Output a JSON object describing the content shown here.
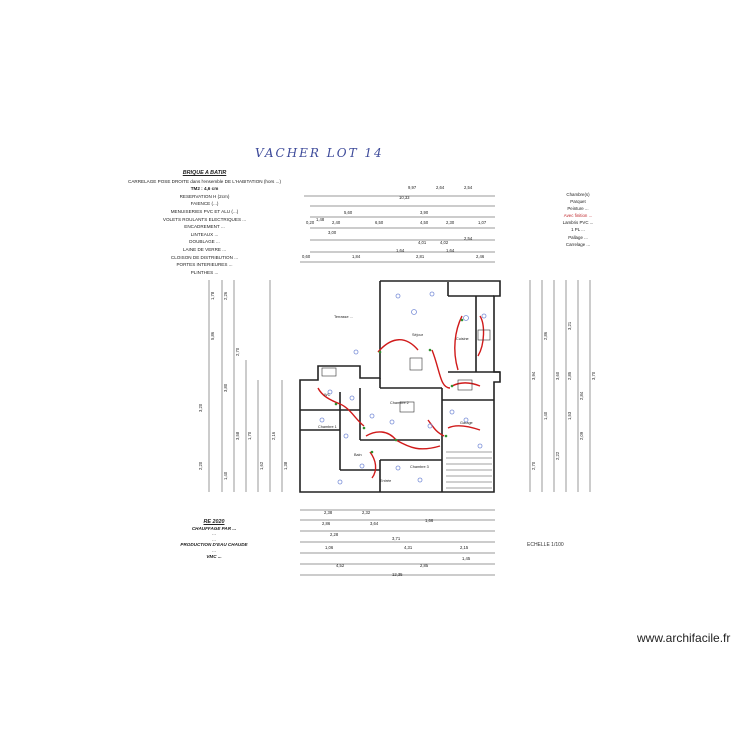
{
  "header": {
    "handwritten_title": "VACHER LOT 14"
  },
  "left_specs": {
    "heading": "BRIQUE A BATIR",
    "lines": [
      "CARRELAGE POSE DROITE dans l'ensemble DE L'HABITATION (hors ...)",
      "TM2 : 4,6 cm",
      "RESERVATION H (2cm)",
      "FAIENCE (...)",
      "MENUISERIES PVC ET ALU (...)",
      "VOLETS ROULANTS ELECTRIQUES ...",
      "ENCADREMENT ...",
      "LINTEAUX ...",
      "DOUBLAGE ...",
      "LAINE DE VERRE ...",
      "CLOISON DE DISTRIBUTION ...",
      "PORTES INTERIEURES ...",
      "PLINTHES ..."
    ]
  },
  "right_specs": {
    "lines": [
      "Chambre(s)",
      "Parquet",
      "Peinture ...",
      "Lambris PVC ...",
      "1 PL ...",
      "Pallage ...",
      "Carrelage ..."
    ],
    "red_line": "Avec finition ..."
  },
  "bottom_specs": {
    "heading": "RE 2020",
    "lines": [
      "CHAUFFAGE PAR ...",
      "...",
      "...",
      "PRODUCTION D'EAU CHAUDE",
      "...",
      "VMC ..."
    ]
  },
  "scale": "ECHELLE 1/100",
  "watermark": "www.archifacile.fr",
  "top_dims": [
    "9,97",
    "2,64",
    "10,33",
    "2,54",
    "5,60",
    "1,48",
    "2,40",
    "4,50",
    "2,30",
    "1,07",
    "6,50",
    "3,90",
    "0,20",
    "3,00",
    "4,01",
    "4,02",
    "2,54",
    "1,64",
    "1,64",
    "0,60",
    "1,84",
    "2,81",
    "2,46"
  ],
  "bottom_dims": [
    "2,38",
    "2,86",
    "2,32",
    "3,64",
    "1,66",
    "2,28",
    "3,71",
    "1,06",
    "4,31",
    "2,15",
    "4,52",
    "2,85",
    "1,45",
    "12,35"
  ],
  "left_dims": [
    "1,78",
    "5,86",
    "2,26",
    "3,80",
    "2,70",
    "3,58",
    "1,40",
    "3,20",
    "1,70",
    "2,20",
    "1,62",
    "2,16",
    "1,38"
  ],
  "right_dims": [
    "3,94",
    "2,86",
    "1,40",
    "3,60",
    "3,21",
    "2,85",
    "1,53",
    "2,22",
    "2,84",
    "2,09",
    "3,70",
    "2,70"
  ],
  "rooms": [
    "Terrasse ...",
    "Séjour",
    "Cuisine",
    "Chambre 1",
    "Chambre 2",
    "Chambre 3",
    "Bain",
    "WC",
    "Garage",
    "Entrée"
  ],
  "colors": {
    "circuit": "#d01a1a",
    "symbol": "#7a8fd8",
    "accent": "#2f8f2f",
    "wall": "#222222"
  }
}
